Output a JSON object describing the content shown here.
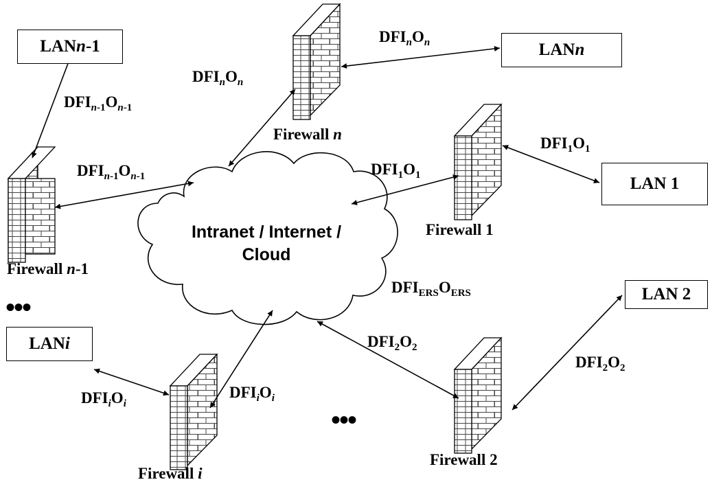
{
  "cloud": {
    "line1": "Intranet / Internet /",
    "line2": "Cloud"
  },
  "lans": {
    "n_minus_1": {
      "prefix": "LAN ",
      "var": "n",
      "suffix": "-1"
    },
    "n": {
      "prefix": "LAN ",
      "var": "n",
      "suffix": ""
    },
    "one": {
      "text": "LAN 1"
    },
    "two": {
      "text": "LAN 2"
    },
    "i": {
      "prefix": "LAN ",
      "var": "i",
      "suffix": ""
    }
  },
  "firewalls": {
    "n_minus_1": {
      "prefix": "Firewall ",
      "var": "n",
      "suffix": "-1"
    },
    "n": {
      "prefix": "Firewall ",
      "var": "n",
      "suffix": ""
    },
    "one": {
      "text": "Firewall 1"
    },
    "two": {
      "text": "Firewall 2"
    },
    "i": {
      "prefix": "Firewall ",
      "var": "i",
      "suffix": ""
    }
  },
  "labels": {
    "dfi": "DFI",
    "o": "O",
    "sub_n": "n",
    "sub_n1_var": "n",
    "sub_n1_suffix": "-1",
    "sub_1": "1",
    "sub_2": "2",
    "sub_i": "i",
    "sub_ers": "ERS"
  },
  "ellipsis": "•••"
}
